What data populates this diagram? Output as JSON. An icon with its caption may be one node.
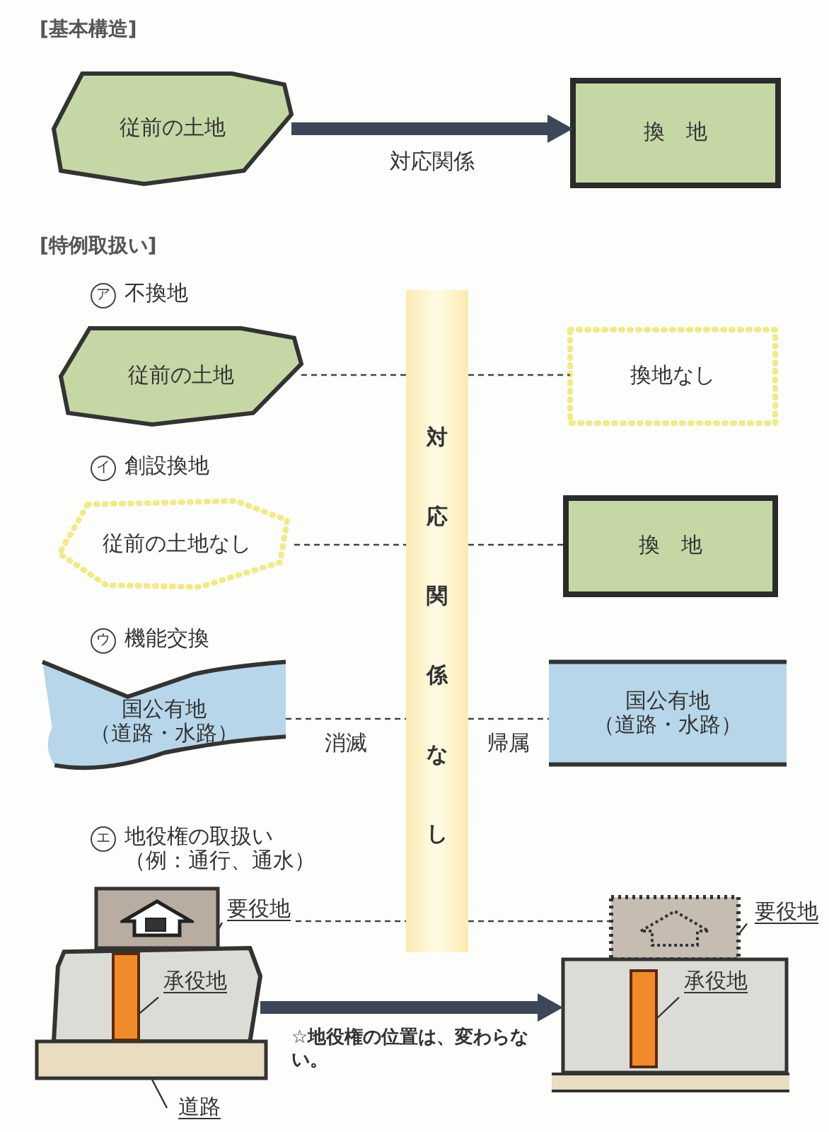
{
  "diagram": {
    "nodes": [
      {
        "text": [
          "従前の土地"
        ]
      },
      {
        "text": [
          "換　地"
        ]
      },
      {
        "text": [
          "従前の土地"
        ]
      },
      {
        "text": [
          "対応関係なし"
        ]
      },
      {
        "text": [
          "換地なし"
        ]
      },
      {
        "text": [
          "従前の土地なし"
        ]
      },
      {
        "text": [
          "換　地"
        ]
      },
      {
        "text": [
          "国公有地（道路・水路）"
        ]
      },
      {
        "text": [
          "国公有地（道路・水路）"
        ]
      },
      {
        "text": [],
        "shape": "box"
      },
      {
        "text": [
          "要役地"
        ]
      },
      {
        "text": [],
        "shape": "polygon"
      },
      {
        "text": [],
        "shape": "bar",
        "in": 11
      },
      {
        "text": [
          "承役地"
        ],
        "in": 11
      },
      {
        "text": [],
        "shape": "bar"
      },
      {
        "text": [
          "道路"
        ]
      },
      {
        "text": [],
        "shape": "box"
      },
      {
        "text": [
          "要役地"
        ]
      },
      {
        "text": [],
        "shape": "box"
      },
      {
        "text": [],
        "shape": "bar",
        "in": 18
      },
      {
        "text": [
          "承役地"
        ],
        "in": 18
      }
    ],
    "edges": [
      {
        "from": 0,
        "to": 1,
        "arrow": "to",
        "style": "thick",
        "label": "対応関係"
      },
      {
        "from": 2,
        "to": 3,
        "arrow": "none",
        "style": "dashed"
      },
      {
        "from": 3,
        "to": 4,
        "arrow": "none",
        "style": "dashed"
      },
      {
        "from": 5,
        "to": 3,
        "arrow": "none",
        "style": "dashed"
      },
      {
        "from": 3,
        "to": 6,
        "arrow": "none",
        "style": "dashed"
      },
      {
        "from": 7,
        "to": 3,
        "arrow": "none",
        "style": "dashed",
        "label": "消滅"
      },
      {
        "from": 3,
        "to": 8,
        "arrow": "none",
        "style": "dashed",
        "label": "帰属"
      },
      {
        "from": 10,
        "to": 3,
        "arrow": "none",
        "style": "dashed"
      },
      {
        "from": 3,
        "to": 16,
        "arrow": "none",
        "style": "dashed"
      },
      {
        "from": 11,
        "to": 18,
        "arrow": "to",
        "style": "thick",
        "label": "☆地役権の位置は、変わらない。"
      },
      {
        "from": 10,
        "to": 9,
        "arrow": "none"
      },
      {
        "from": 13,
        "to": 12,
        "arrow": "none"
      },
      {
        "from": 15,
        "to": 14,
        "arrow": "none"
      },
      {
        "from": 17,
        "to": 16,
        "arrow": "none"
      },
      {
        "from": 20,
        "to": 19,
        "arrow": "none"
      }
    ],
    "labels": [
      "[基本構造]",
      "[特例取扱い]",
      "ア",
      "不換地",
      "イ",
      "創設換地",
      "ウ",
      "機能交換",
      "エ",
      "地役権の取扱い（例：通行、通水）"
    ]
  }
}
